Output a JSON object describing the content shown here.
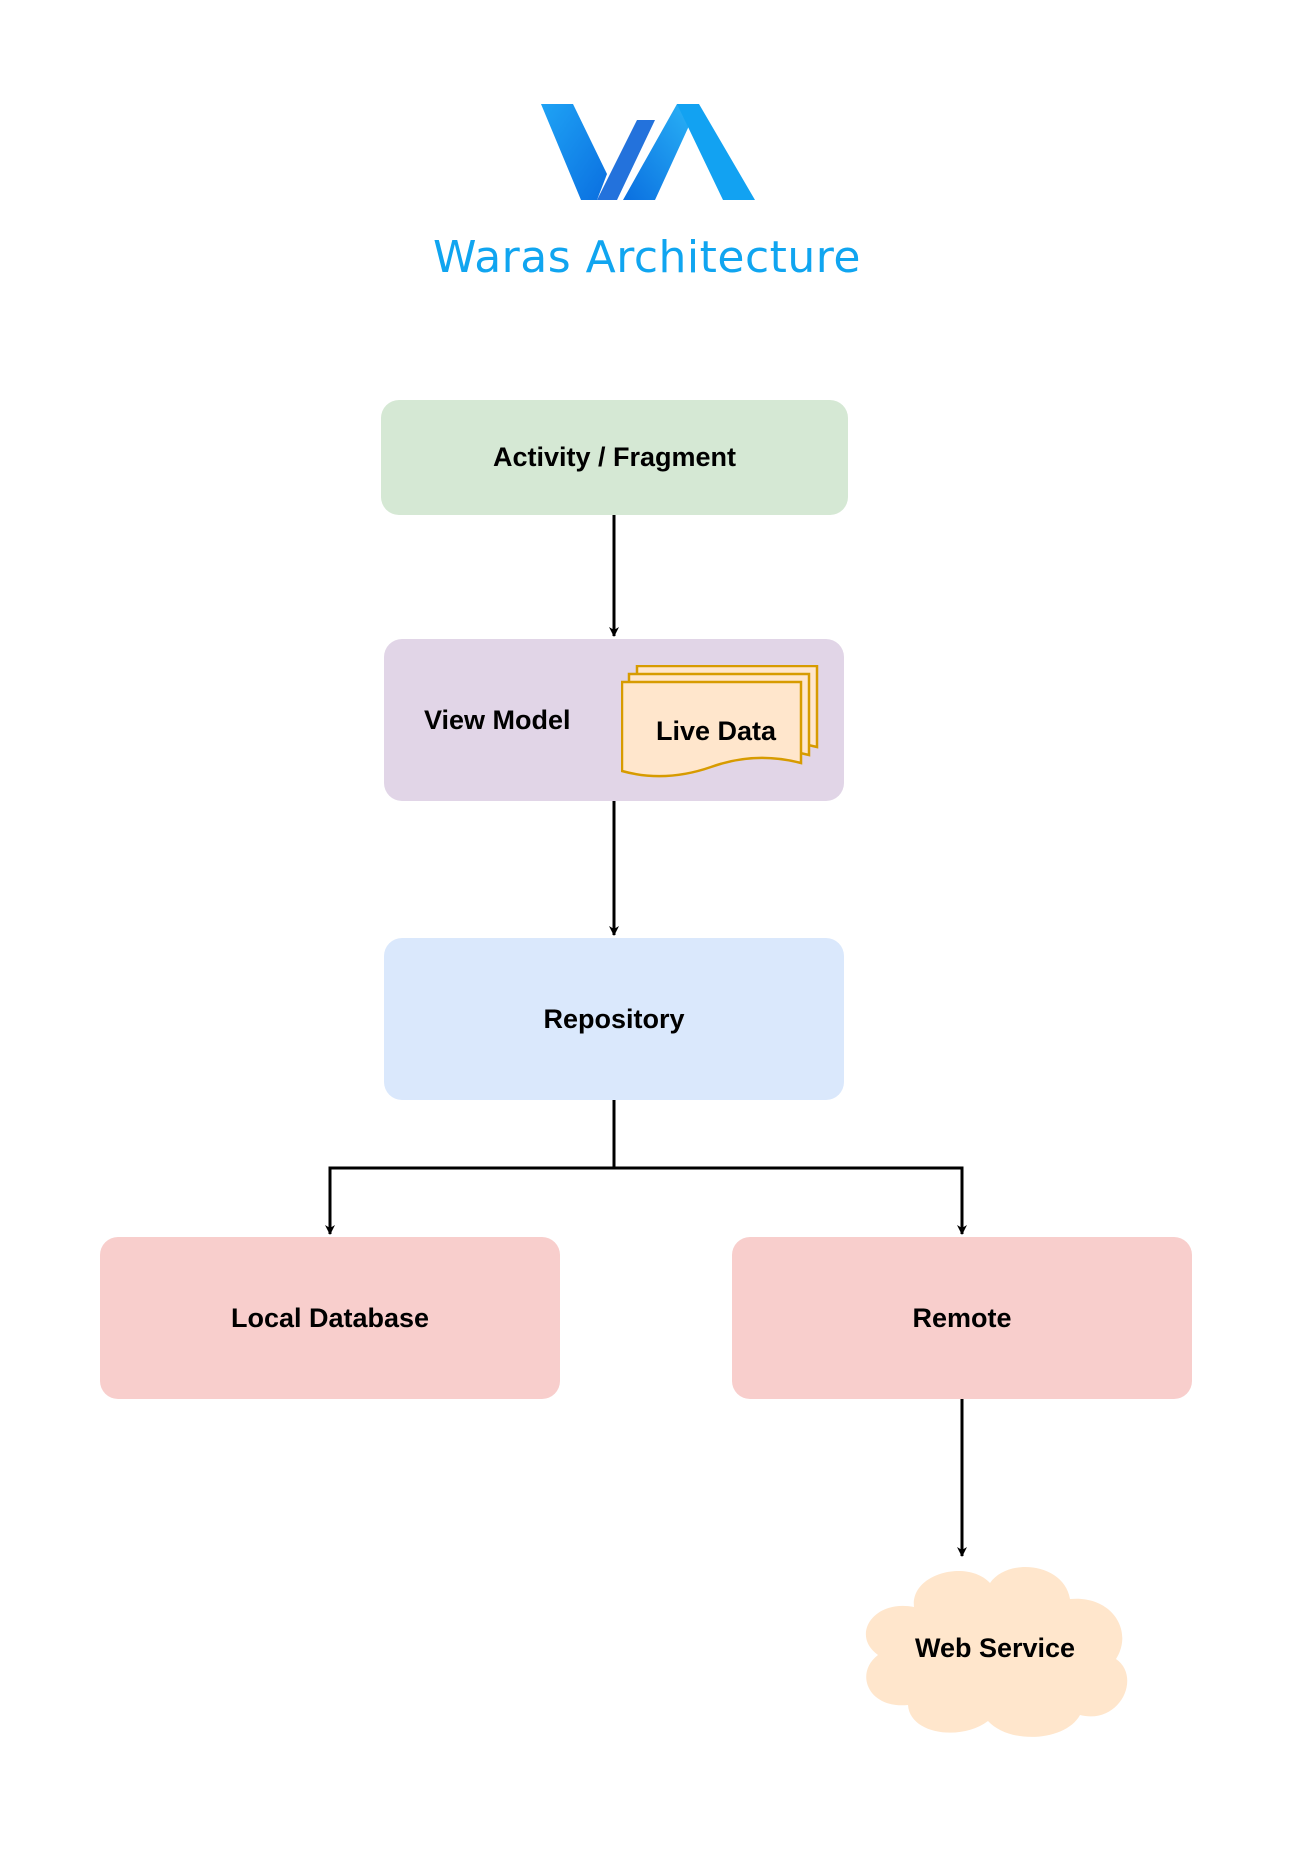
{
  "colors": {
    "brand_blue": "#10a5f0",
    "activity_fill": "#d5e8d4",
    "viewmodel_fill": "#e1d5e7",
    "livedata_fill": "#ffe6cc",
    "livedata_stroke": "#d79b00",
    "repository_fill": "#dae8fc",
    "data_source_fill": "#f8cecc",
    "cloud_fill": "#ffe6cc",
    "connector": "#000000"
  },
  "header": {
    "logo_icon": "va-logo-icon",
    "title": "Waras Architecture"
  },
  "nodes": {
    "activity": "Activity / Fragment",
    "view_model": "View Model",
    "live_data": "Live Data",
    "repository": "Repository",
    "local_database": "Local Database",
    "remote": "Remote",
    "web_service": "Web Service"
  },
  "edges": [
    {
      "from": "activity",
      "to": "view_model"
    },
    {
      "from": "view_model",
      "to": "repository"
    },
    {
      "from": "repository",
      "to": "local_database"
    },
    {
      "from": "repository",
      "to": "remote"
    },
    {
      "from": "remote",
      "to": "web_service"
    }
  ]
}
